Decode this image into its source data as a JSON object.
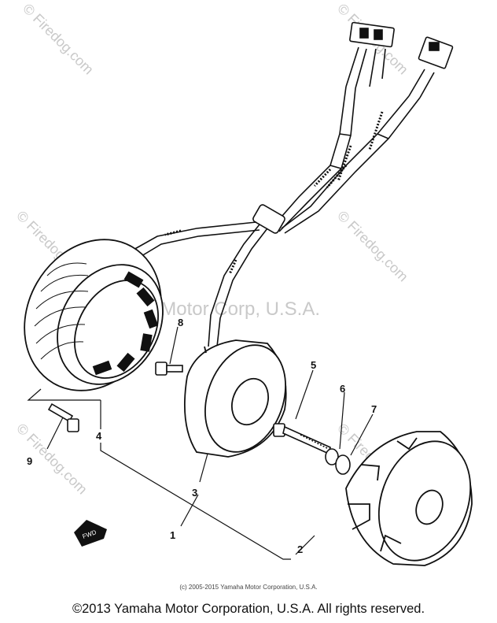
{
  "watermark": {
    "site": "© Firedog.com",
    "publisher": "Yamaha Motor Corp, U.S.A."
  },
  "part_labels": [
    "1",
    "2",
    "3",
    "4",
    "5",
    "6",
    "7",
    "8",
    "9"
  ],
  "fwd_label": "FWD",
  "image_copyright": "(c) 2005-2015 Yamaha Motor Corporation, U.S.A.",
  "footer_copyright": "©2013 Yamaha Motor Corporation, U.S.A. All rights reserved.",
  "colors": {
    "ink": "#111111",
    "watermark": "#c9c9c9"
  }
}
